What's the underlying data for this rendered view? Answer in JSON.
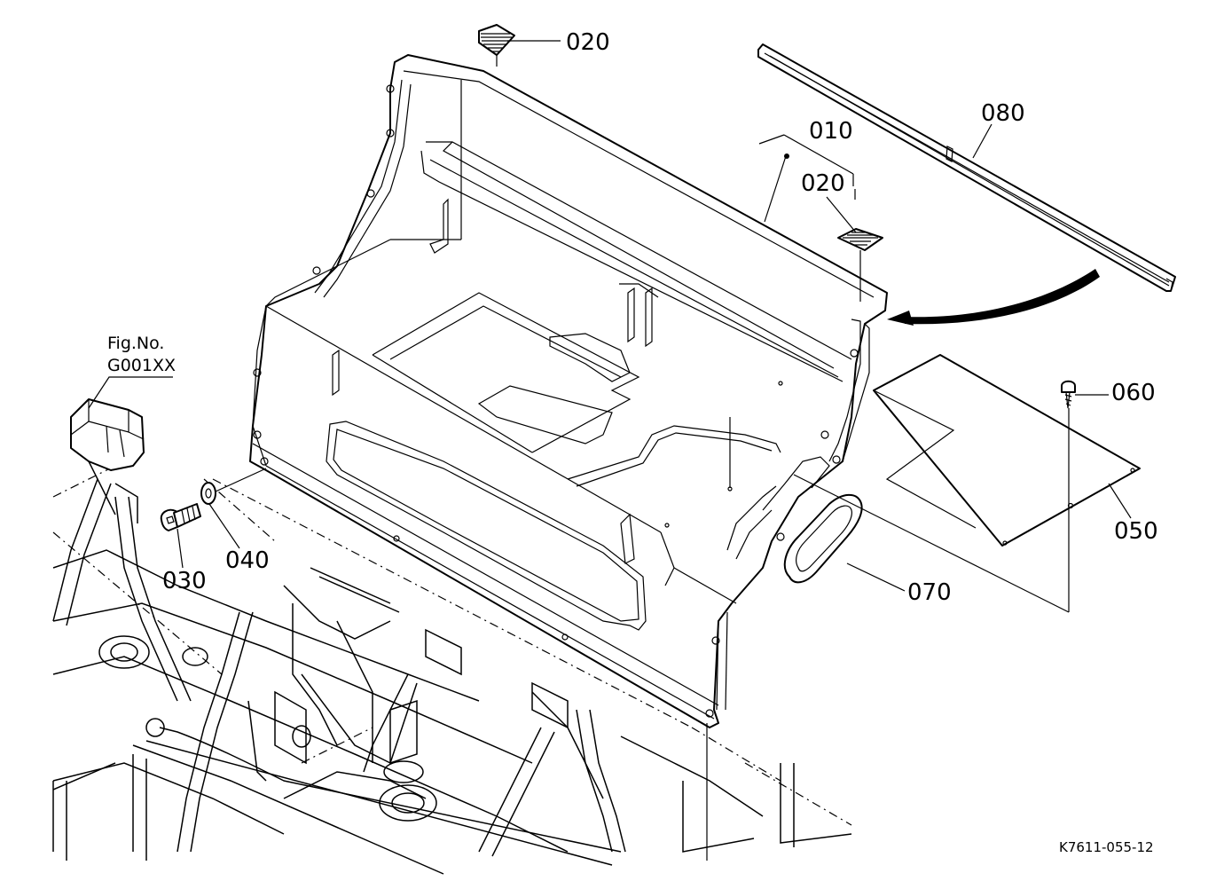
{
  "parts": {
    "p010": "010",
    "p020_top": "020",
    "p020_mid": "020",
    "p030": "030",
    "p040": "040",
    "p050": "050",
    "p060": "060",
    "p070": "070",
    "p080": "080"
  },
  "fig_ref": {
    "line1": "Fig.No.",
    "line2": "G001XX"
  },
  "drawing_code": "K7611-055-12"
}
